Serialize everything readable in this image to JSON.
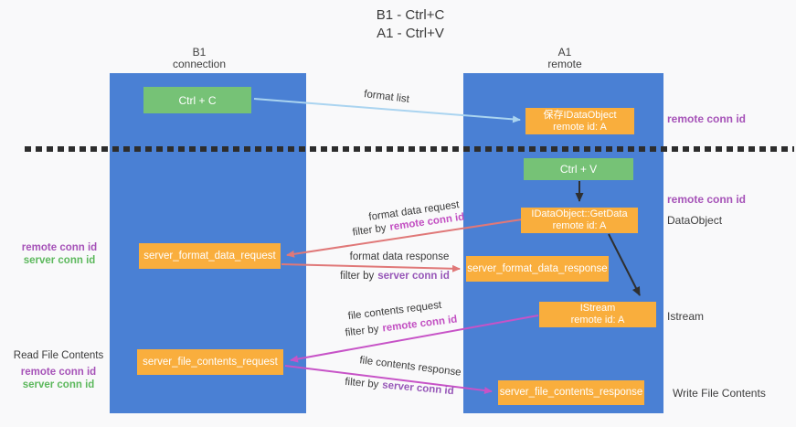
{
  "title": {
    "line1": "B1 - Ctrl+C",
    "line2": "A1 - Ctrl+V"
  },
  "lanes": {
    "left": {
      "name": "B1",
      "role": "connection"
    },
    "right": {
      "name": "A1",
      "role": "remote"
    }
  },
  "boxes": {
    "ctrl_c": "Ctrl + C",
    "ctrl_v": "Ctrl + V",
    "save_dataobject": {
      "line1": "保存IDataObject",
      "line2": "remote id: A"
    },
    "getdata": {
      "line1": "IDataObject::GetData",
      "line2": "remote id: A"
    },
    "istream": {
      "line1": "IStream",
      "line2": "remote id: A"
    },
    "format_request": "server_format_data_request",
    "format_response": "server_format_data_response",
    "file_request": "server_file_contents_request",
    "file_response": "server_file_contents_response"
  },
  "arrow_labels": {
    "format_list": "format list",
    "format_data_request": "format data request",
    "format_data_response": "format data response",
    "file_contents_request": "file contents request",
    "file_contents_response": "file contents response",
    "filter_by": "filter by",
    "remote_conn_id": "remote conn id",
    "server_conn_id": "server conn id"
  },
  "side_labels": {
    "remote_conn_id": "remote conn id",
    "server_conn_id": "server conn id",
    "dataobject": "DataObject",
    "istream": "Istream",
    "read_file_contents": "Read File Contents",
    "write_file_contents": "Write File Contents"
  },
  "colors": {
    "lane_blue": "#4a80d4",
    "box_green": "#76c276",
    "box_orange": "#f9ae3d",
    "arrow_salmon": "#e07878",
    "arrow_magenta": "#c753c7",
    "arrow_lightblue": "#aad4f0",
    "arrow_black": "#2f2f2f",
    "text_purple": "#a653b8",
    "text_magenta": "#c24fc2",
    "text_green": "#5cb85c"
  }
}
